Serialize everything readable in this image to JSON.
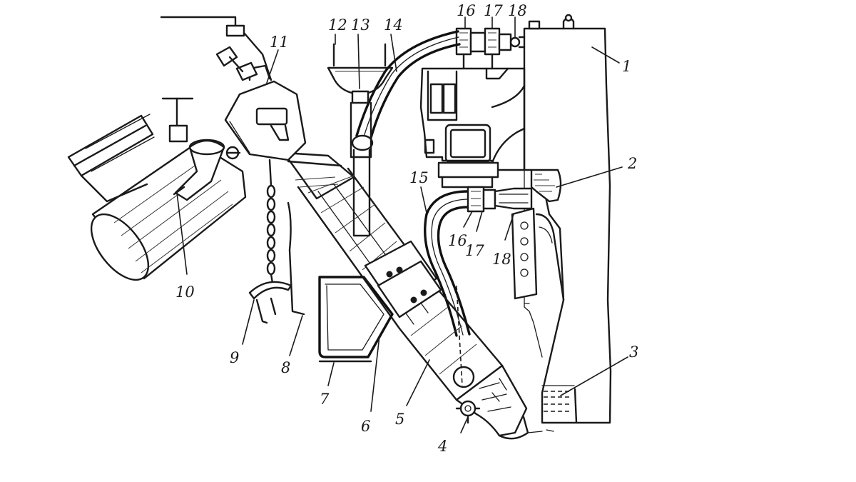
{
  "callouts": {
    "c1": "1",
    "c2": "2",
    "c3": "3",
    "c4": "4",
    "c5": "5",
    "c6": "6",
    "c7": "7",
    "c8": "8",
    "c9": "9",
    "c10": "10",
    "c11": "11",
    "c12": "12",
    "c13": "13",
    "c14": "14",
    "c15": "15",
    "c16_top": "16",
    "c17_top": "17",
    "c18_top": "18",
    "c16_mid": "16",
    "c17_mid": "17",
    "c18_mid": "18"
  },
  "colors": {
    "ink": "#1a1a1a",
    "paper": "#ffffff"
  }
}
